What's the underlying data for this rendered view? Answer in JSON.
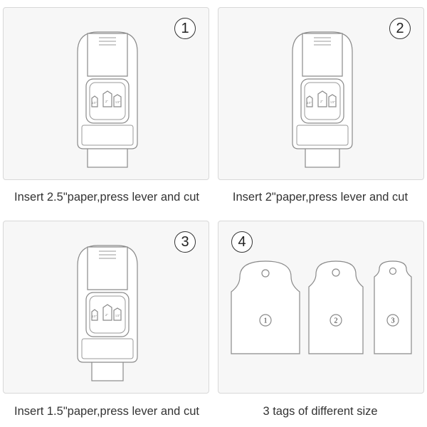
{
  "panels": [
    {
      "number": "1",
      "caption": "Insert 2.5\"paper,press lever and cut",
      "tag_labels": [
        "2.5\"",
        "2\"",
        "1.5\""
      ]
    },
    {
      "number": "2",
      "caption": "Insert 2\"paper,press lever and cut",
      "tag_labels": [
        "2.5\"",
        "2\"",
        "1.5\""
      ]
    },
    {
      "number": "3",
      "caption": "Insert 1.5\"paper,press lever and cut",
      "tag_labels": [
        "2.5\"",
        "2\"",
        "1.5\""
      ]
    },
    {
      "number": "4",
      "caption": "3 tags of different size",
      "tag_numbers": [
        "1",
        "2",
        "3"
      ]
    }
  ]
}
